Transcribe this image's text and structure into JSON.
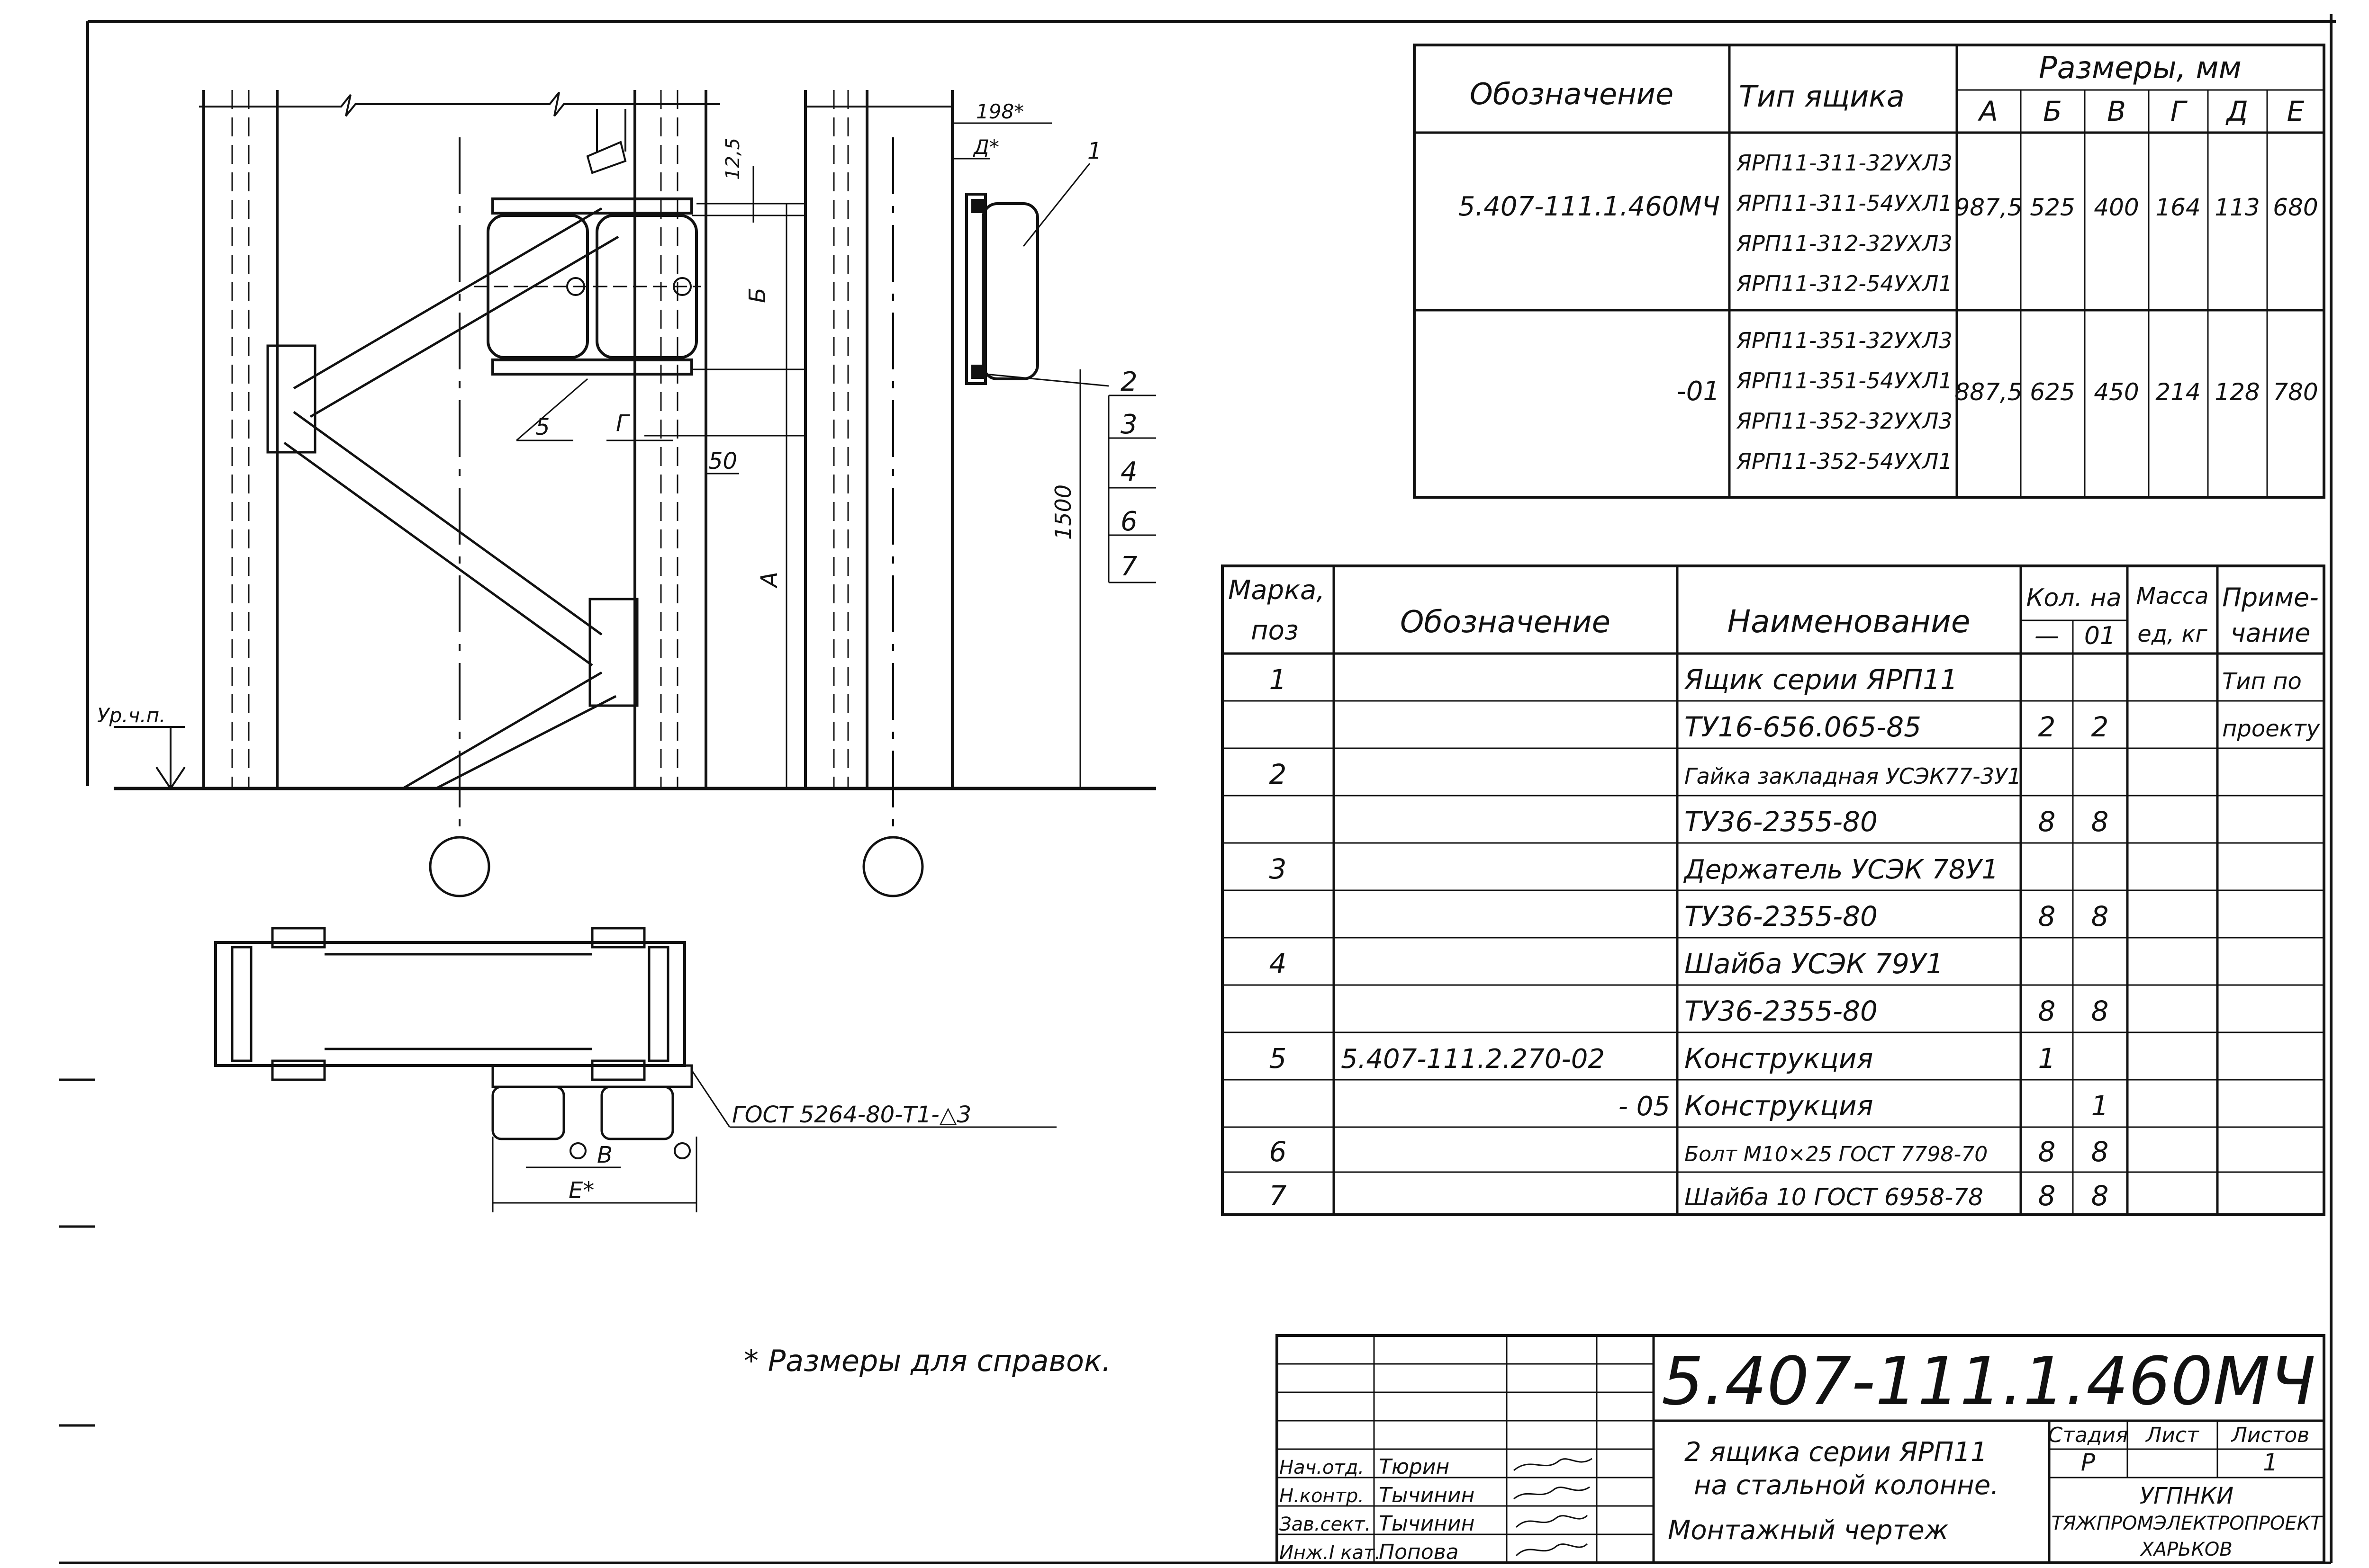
{
  "sizes_table": {
    "header": {
      "designation": "Обозначение",
      "box_type": "Тип ящика",
      "sizes_title": "Размеры, мм",
      "letters": [
        "А",
        "Б",
        "В",
        "Г",
        "Д",
        "Е"
      ]
    },
    "rows": [
      {
        "designation": "5.407-111.1.460МЧ",
        "types": [
          "ЯРП11-311-32УХЛ3",
          "ЯРП11-311-54УХЛ1",
          "ЯРП11-312-32УХЛ3",
          "ЯРП11-312-54УХЛ1"
        ],
        "values": [
          "987,5",
          "525",
          "400",
          "164",
          "113",
          "680"
        ]
      },
      {
        "designation": "-01",
        "types": [
          "ЯРП11-351-32УХЛ3",
          "ЯРП11-351-54УХЛ1",
          "ЯРП11-352-32УХЛ3",
          "ЯРП11-352-54УХЛ1"
        ],
        "values": [
          "887,5",
          "625",
          "450",
          "214",
          "128",
          "780"
        ]
      }
    ]
  },
  "spec_table": {
    "header": {
      "mark": "Марка,",
      "pos": "поз",
      "designation": "Обозначение",
      "name": "Наименование",
      "qty": "Кол. на",
      "qty_base": "—",
      "qty_01": "01",
      "mass": "Масса",
      "mass_unit": "ед, кг",
      "note1": "Приме-",
      "note2": "чание"
    },
    "rows": [
      {
        "pos": "1",
        "designation": "",
        "name": "Ящик серии ЯРП11",
        "q1": "",
        "q2": "",
        "mass": "",
        "note": "Тип по"
      },
      {
        "pos": "",
        "designation": "",
        "name": "ТУ16-656.065-85",
        "q1": "2",
        "q2": "2",
        "mass": "",
        "note": "проекту"
      },
      {
        "pos": "2",
        "designation": "",
        "name": "Гайка закладная УСЭК77-3У1",
        "q1": "",
        "q2": "",
        "mass": "",
        "note": ""
      },
      {
        "pos": "",
        "designation": "",
        "name": "ТУ36-2355-80",
        "q1": "8",
        "q2": "8",
        "mass": "",
        "note": ""
      },
      {
        "pos": "3",
        "designation": "",
        "name": "Держатель УСЭК 78У1",
        "q1": "",
        "q2": "",
        "mass": "",
        "note": ""
      },
      {
        "pos": "",
        "designation": "",
        "name": "ТУ36-2355-80",
        "q1": "8",
        "q2": "8",
        "mass": "",
        "note": ""
      },
      {
        "pos": "4",
        "designation": "",
        "name": "Шайба УСЭК 79У1",
        "q1": "",
        "q2": "",
        "mass": "",
        "note": ""
      },
      {
        "pos": "",
        "designation": "",
        "name": "ТУ36-2355-80",
        "q1": "8",
        "q2": "8",
        "mass": "",
        "note": ""
      },
      {
        "pos": "5",
        "designation": "5.407-111.2.270-02",
        "name": "Конструкция",
        "q1": "1",
        "q2": "",
        "mass": "",
        "note": ""
      },
      {
        "pos": "",
        "designation": "- 05",
        "name": "Конструкция",
        "q1": "",
        "q2": "1",
        "mass": "",
        "note": ""
      },
      {
        "pos": "6",
        "designation": "",
        "name": "Болт М10×25 ГОСТ 7798-70",
        "q1": "8",
        "q2": "8",
        "mass": "",
        "note": ""
      },
      {
        "pos": "7",
        "designation": "",
        "name": "Шайба 10 ГОСТ 6958-78",
        "q1": "8",
        "q2": "8",
        "mass": "",
        "note": ""
      }
    ]
  },
  "drawing_labels": {
    "dim_198": "198*",
    "dim_d": "Д*",
    "dim_12_5": "12,5",
    "dim_b": "Б",
    "dim_a": "А",
    "dim_g": "Г",
    "dim_50": "50",
    "dim_1500": "1500",
    "pos_5": "5",
    "pos_1": "1",
    "callouts": [
      "2",
      "3",
      "4",
      "6",
      "7"
    ],
    "floor_level": "Ур.ч.п.",
    "weld": "ГОСТ 5264-80-Т1-△3",
    "dim_v": "В",
    "dim_e": "Е*",
    "note": "* Размеры для справок."
  },
  "title_block": {
    "code": "5.407-111.1.460МЧ",
    "title_line1": "2 ящика серии ЯРП11",
    "title_line2": "на стальной колонне.",
    "title_line3": "Монтажный чертеж",
    "stage_label": "Стадия",
    "sheet_label": "Лист",
    "sheets_label": "Листов",
    "stage": "Р",
    "sheets": "1",
    "org1": "УГПНКИ",
    "org2": "ТЯЖПРОМЭЛЕКТРОПРОЕКТ",
    "org3": "ХАРЬКОВ",
    "roles": [
      "Нач.отд.",
      "Н.контр.",
      "Зав.сект.",
      "Инж.I кат."
    ],
    "names": [
      "Тюрин",
      "Тычинин",
      "Тычинин",
      "Попова"
    ]
  }
}
